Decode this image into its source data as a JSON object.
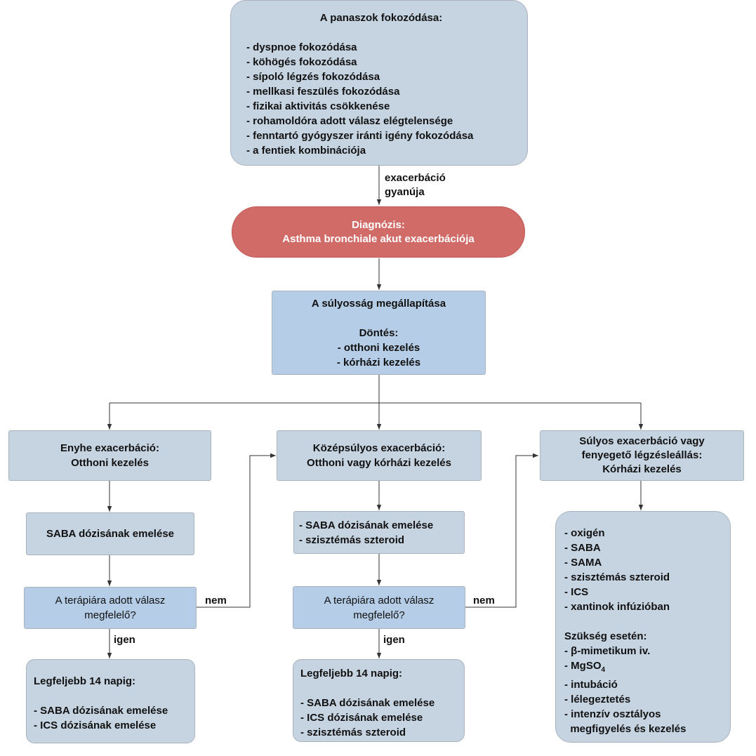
{
  "symptoms": {
    "title": "A panaszok fokozódása:",
    "items": [
      "- dyspnoe fokozódása",
      "- köhögés fokozódása",
      "- sípoló légzés fokozódása",
      "- mellkasi feszülés fokozódása",
      "- fizikai aktivitás csökkenése",
      "- rohamoldóra adott válasz elégtelensége",
      "- fenntartó gyógyszer iránti igény fokozódása",
      "- a fentiek kombinációja"
    ]
  },
  "suspicion_label": [
    "exacerbáció",
    "gyanúja"
  ],
  "diagnosis": {
    "line1": "Diagnózis:",
    "line2": "Asthma bronchiale akut exacerbációja"
  },
  "severity": {
    "title": "A súlyosság megállapítása",
    "decision": "Döntés:",
    "options": [
      "- otthoni kezelés",
      "- kórházi kezelés"
    ]
  },
  "mild": {
    "title": [
      "Enyhe exacerbáció:",
      "Otthoni kezelés"
    ],
    "action": "SABA dózisának emelése",
    "question": [
      "A terápiára adott válasz",
      "megfelelő?"
    ],
    "no_label": "nem",
    "yes_label": "igen",
    "result_title": "Legfeljebb 14 napig:",
    "result_items": [
      "- SABA dózisának emelése",
      "- ICS dózisának emelése"
    ]
  },
  "moderate": {
    "title": [
      "Középsúlyos exacerbáció:",
      "Otthoni vagy kórházi kezelés"
    ],
    "actions": [
      "- SABA dózisának emelése",
      "- szisztémás szteroid"
    ],
    "question": [
      "A terápiára adott válasz",
      "megfelelő?"
    ],
    "no_label": "nem",
    "yes_label": "igen",
    "result_title": "Legfeljebb 14 napig:",
    "result_items": [
      "- SABA dózisának emelése",
      "- ICS dózisának emelése",
      "- szisztémás szteroid"
    ]
  },
  "severe": {
    "title": [
      "Súlyos exacerbáció vagy",
      "fenyegető légzésleállás:",
      "Kórházi kezelés"
    ],
    "items": [
      "- oxigén",
      "- SABA",
      "- SAMA",
      "- szisztémás szteroid",
      "- ICS",
      "- xantinok infúzióban"
    ],
    "if_needed": "Szükség esetén:",
    "needed_items": {
      "beta": "- β-mimetikum iv.",
      "mgso4_prefix": "- MgSO",
      "mgso4_sub": "4",
      "intubation": "- intubáció",
      "ventilation": "- lélegeztetés",
      "icu1": "- intenzív osztályos",
      "icu2": "  megfigyelés és kezelés"
    }
  },
  "colors": {
    "box_grey": "#c6d4e2",
    "box_blue": "#b5cde6",
    "diagnosis_red": "#d16b68",
    "line": "#333333"
  }
}
